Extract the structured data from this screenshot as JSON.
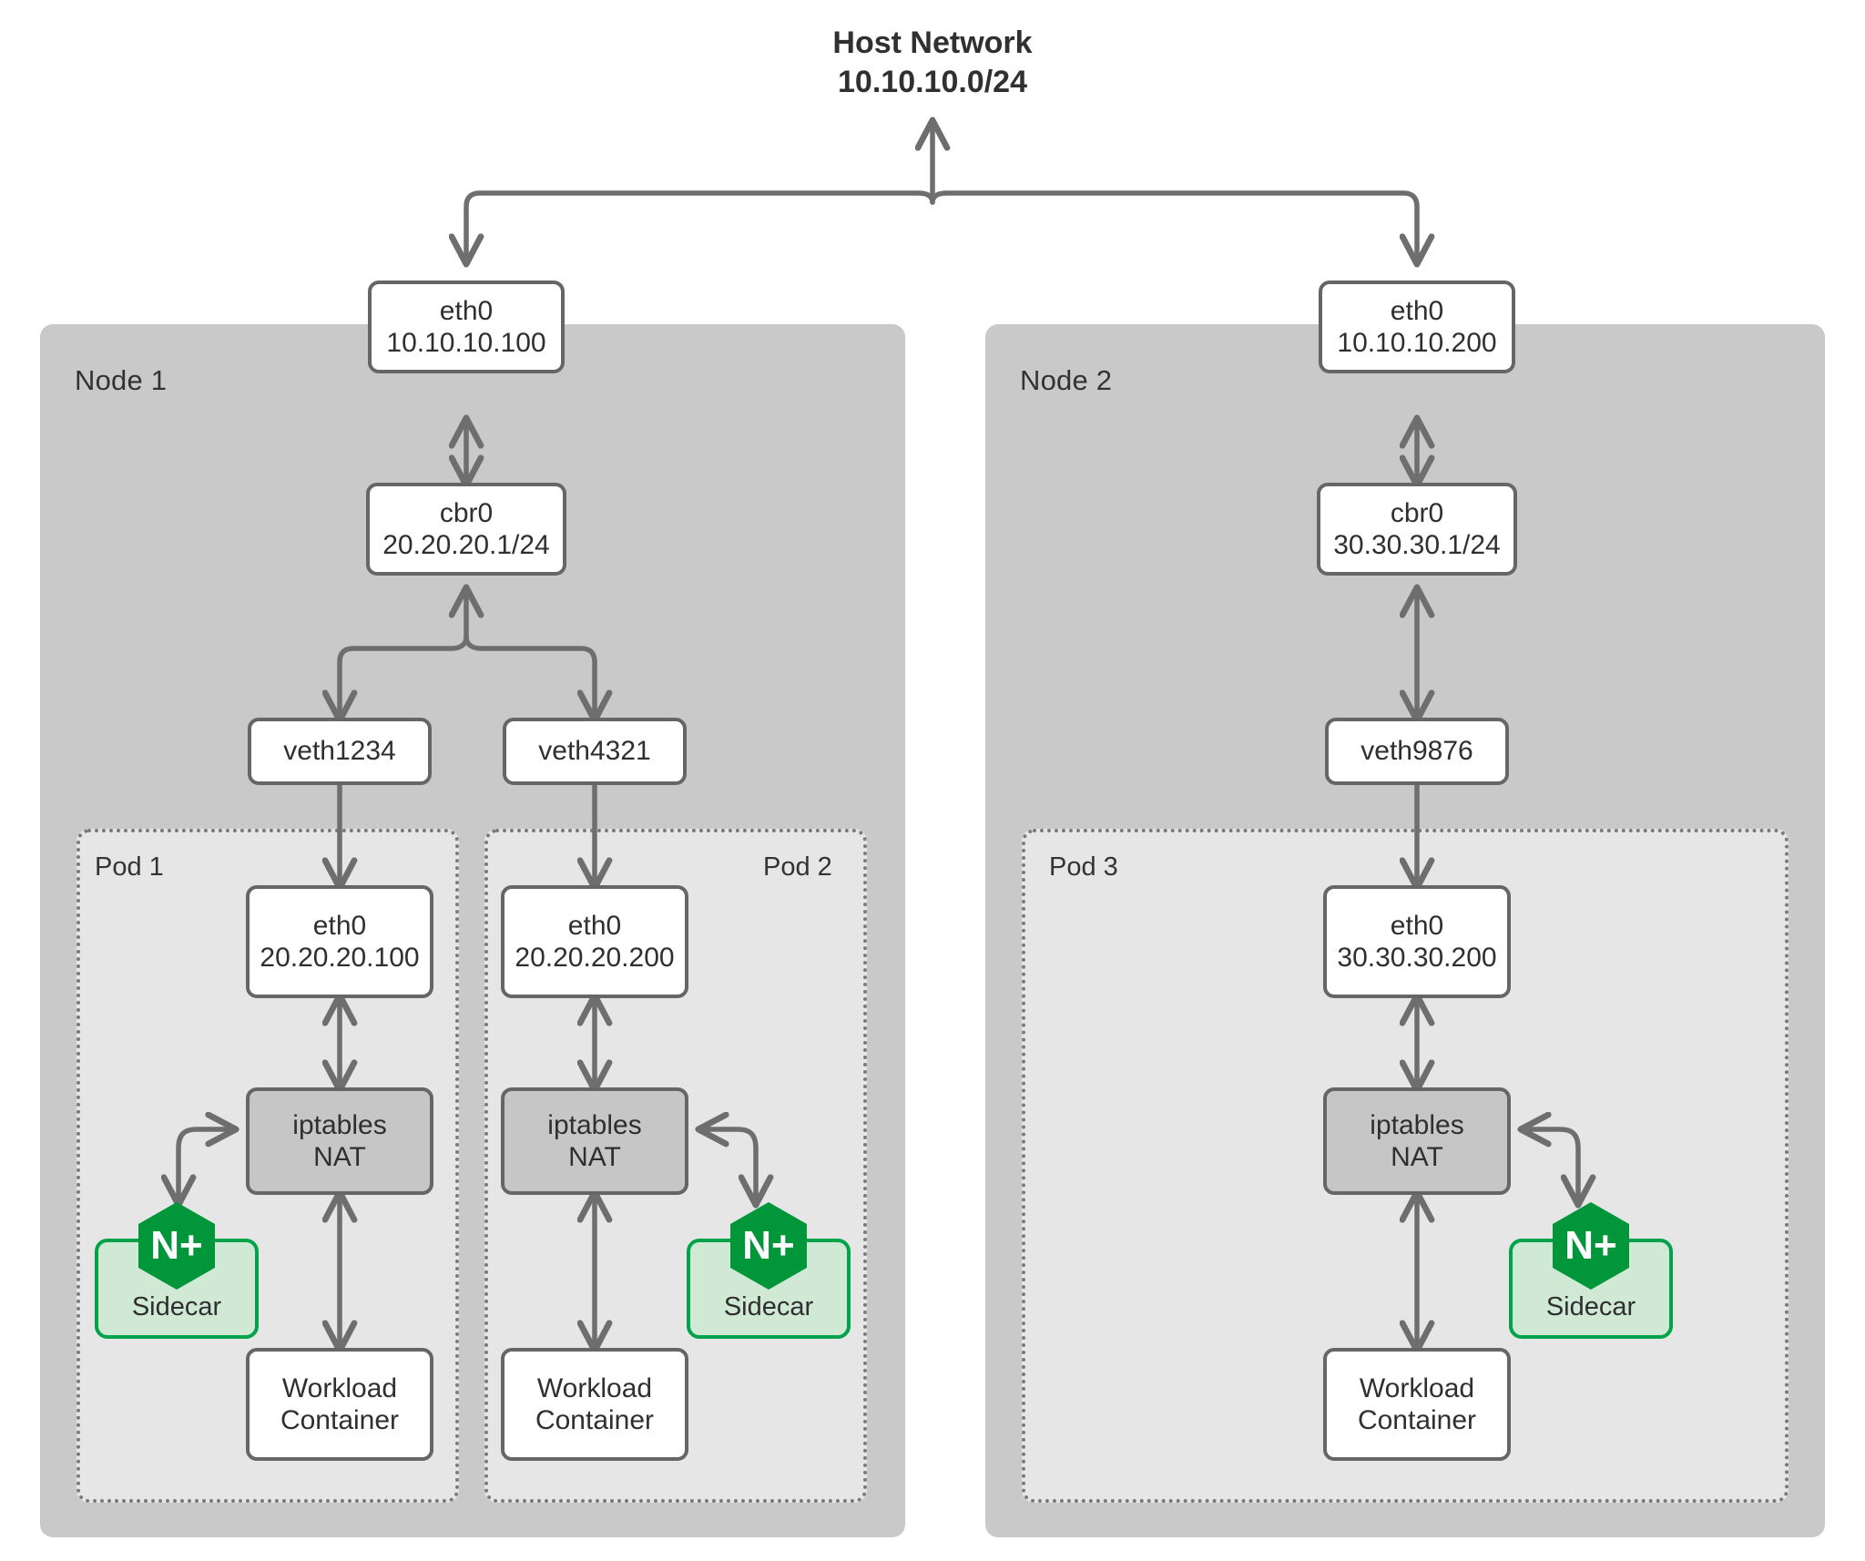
{
  "diagram": {
    "title_line1": "Host Network",
    "title_line2": "10.10.10.0/24",
    "colors": {
      "node_panel": "#c9c9c9",
      "pod_panel": "#e6e6e6",
      "box_border": "#666666",
      "nginx_green": "#009639",
      "sidecar_fill": "#cfe9d5",
      "sidecar_border": "#00a24a",
      "arrow": "#6e6e6e",
      "text": "#333333"
    }
  },
  "nodes": [
    {
      "label": "Node 1",
      "eth0": {
        "name": "eth0",
        "ip": "10.10.10.100"
      },
      "bridge": {
        "name": "cbr0",
        "ip": "20.20.20.1/24"
      },
      "veths": [
        {
          "name": "veth1234"
        },
        {
          "name": "veth4321"
        }
      ],
      "pods": [
        {
          "label": "Pod 1",
          "eth0": {
            "name": "eth0",
            "ip": "20.20.20.100"
          },
          "iptables": {
            "line1": "iptables",
            "line2": "NAT"
          },
          "sidecar": {
            "label": "Sidecar",
            "logo": "nginx-plus-hexagon-icon",
            "logo_text": "N+"
          },
          "workload": {
            "line1": "Workload",
            "line2": "Container"
          }
        },
        {
          "label": "Pod 2",
          "eth0": {
            "name": "eth0",
            "ip": "20.20.20.200"
          },
          "iptables": {
            "line1": "iptables",
            "line2": "NAT"
          },
          "sidecar": {
            "label": "Sidecar",
            "logo": "nginx-plus-hexagon-icon",
            "logo_text": "N+"
          },
          "workload": {
            "line1": "Workload",
            "line2": "Container"
          }
        }
      ]
    },
    {
      "label": "Node 2",
      "eth0": {
        "name": "eth0",
        "ip": "10.10.10.200"
      },
      "bridge": {
        "name": "cbr0",
        "ip": "30.30.30.1/24"
      },
      "veths": [
        {
          "name": "veth9876"
        }
      ],
      "pods": [
        {
          "label": "Pod 3",
          "eth0": {
            "name": "eth0",
            "ip": "30.30.30.200"
          },
          "iptables": {
            "line1": "iptables",
            "line2": "NAT"
          },
          "sidecar": {
            "label": "Sidecar",
            "logo": "nginx-plus-hexagon-icon",
            "logo_text": "N+"
          },
          "workload": {
            "line1": "Workload",
            "line2": "Container"
          }
        }
      ]
    }
  ]
}
